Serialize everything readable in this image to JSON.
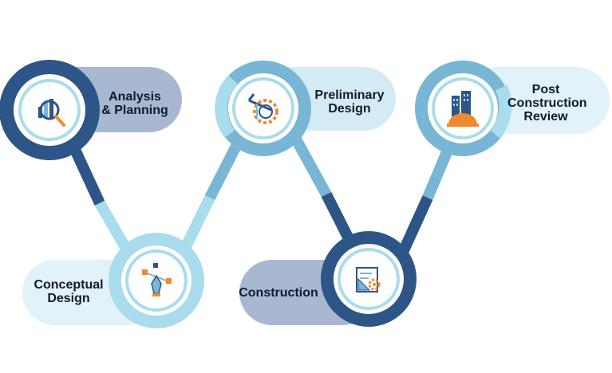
{
  "steps": [
    {
      "id": "analysis",
      "label": "Analysis\n& Planning",
      "icon": "chart-magnifier-icon"
    },
    {
      "id": "conceptual",
      "label": "Conceptual\nDesign",
      "icon": "pen-tool-nodes-icon"
    },
    {
      "id": "preliminary",
      "label": "Preliminary\nDesign",
      "icon": "crane-gear-icon"
    },
    {
      "id": "construction",
      "label": "Construction",
      "icon": "blueprint-gear-icon"
    },
    {
      "id": "post",
      "label": "Post\nConstruction\nReview",
      "icon": "building-hardhat-icon"
    }
  ],
  "colors": {
    "dark_blue": "#2d5587",
    "mid_blue": "#79b6d5",
    "light_blue": "#a9dcec",
    "gray_pill": "#a8b8d0",
    "light_pill": "#d5ebf3",
    "pale_pill": "#e1f2f8",
    "orange": "#f08a2e",
    "text": "#111a2e"
  }
}
